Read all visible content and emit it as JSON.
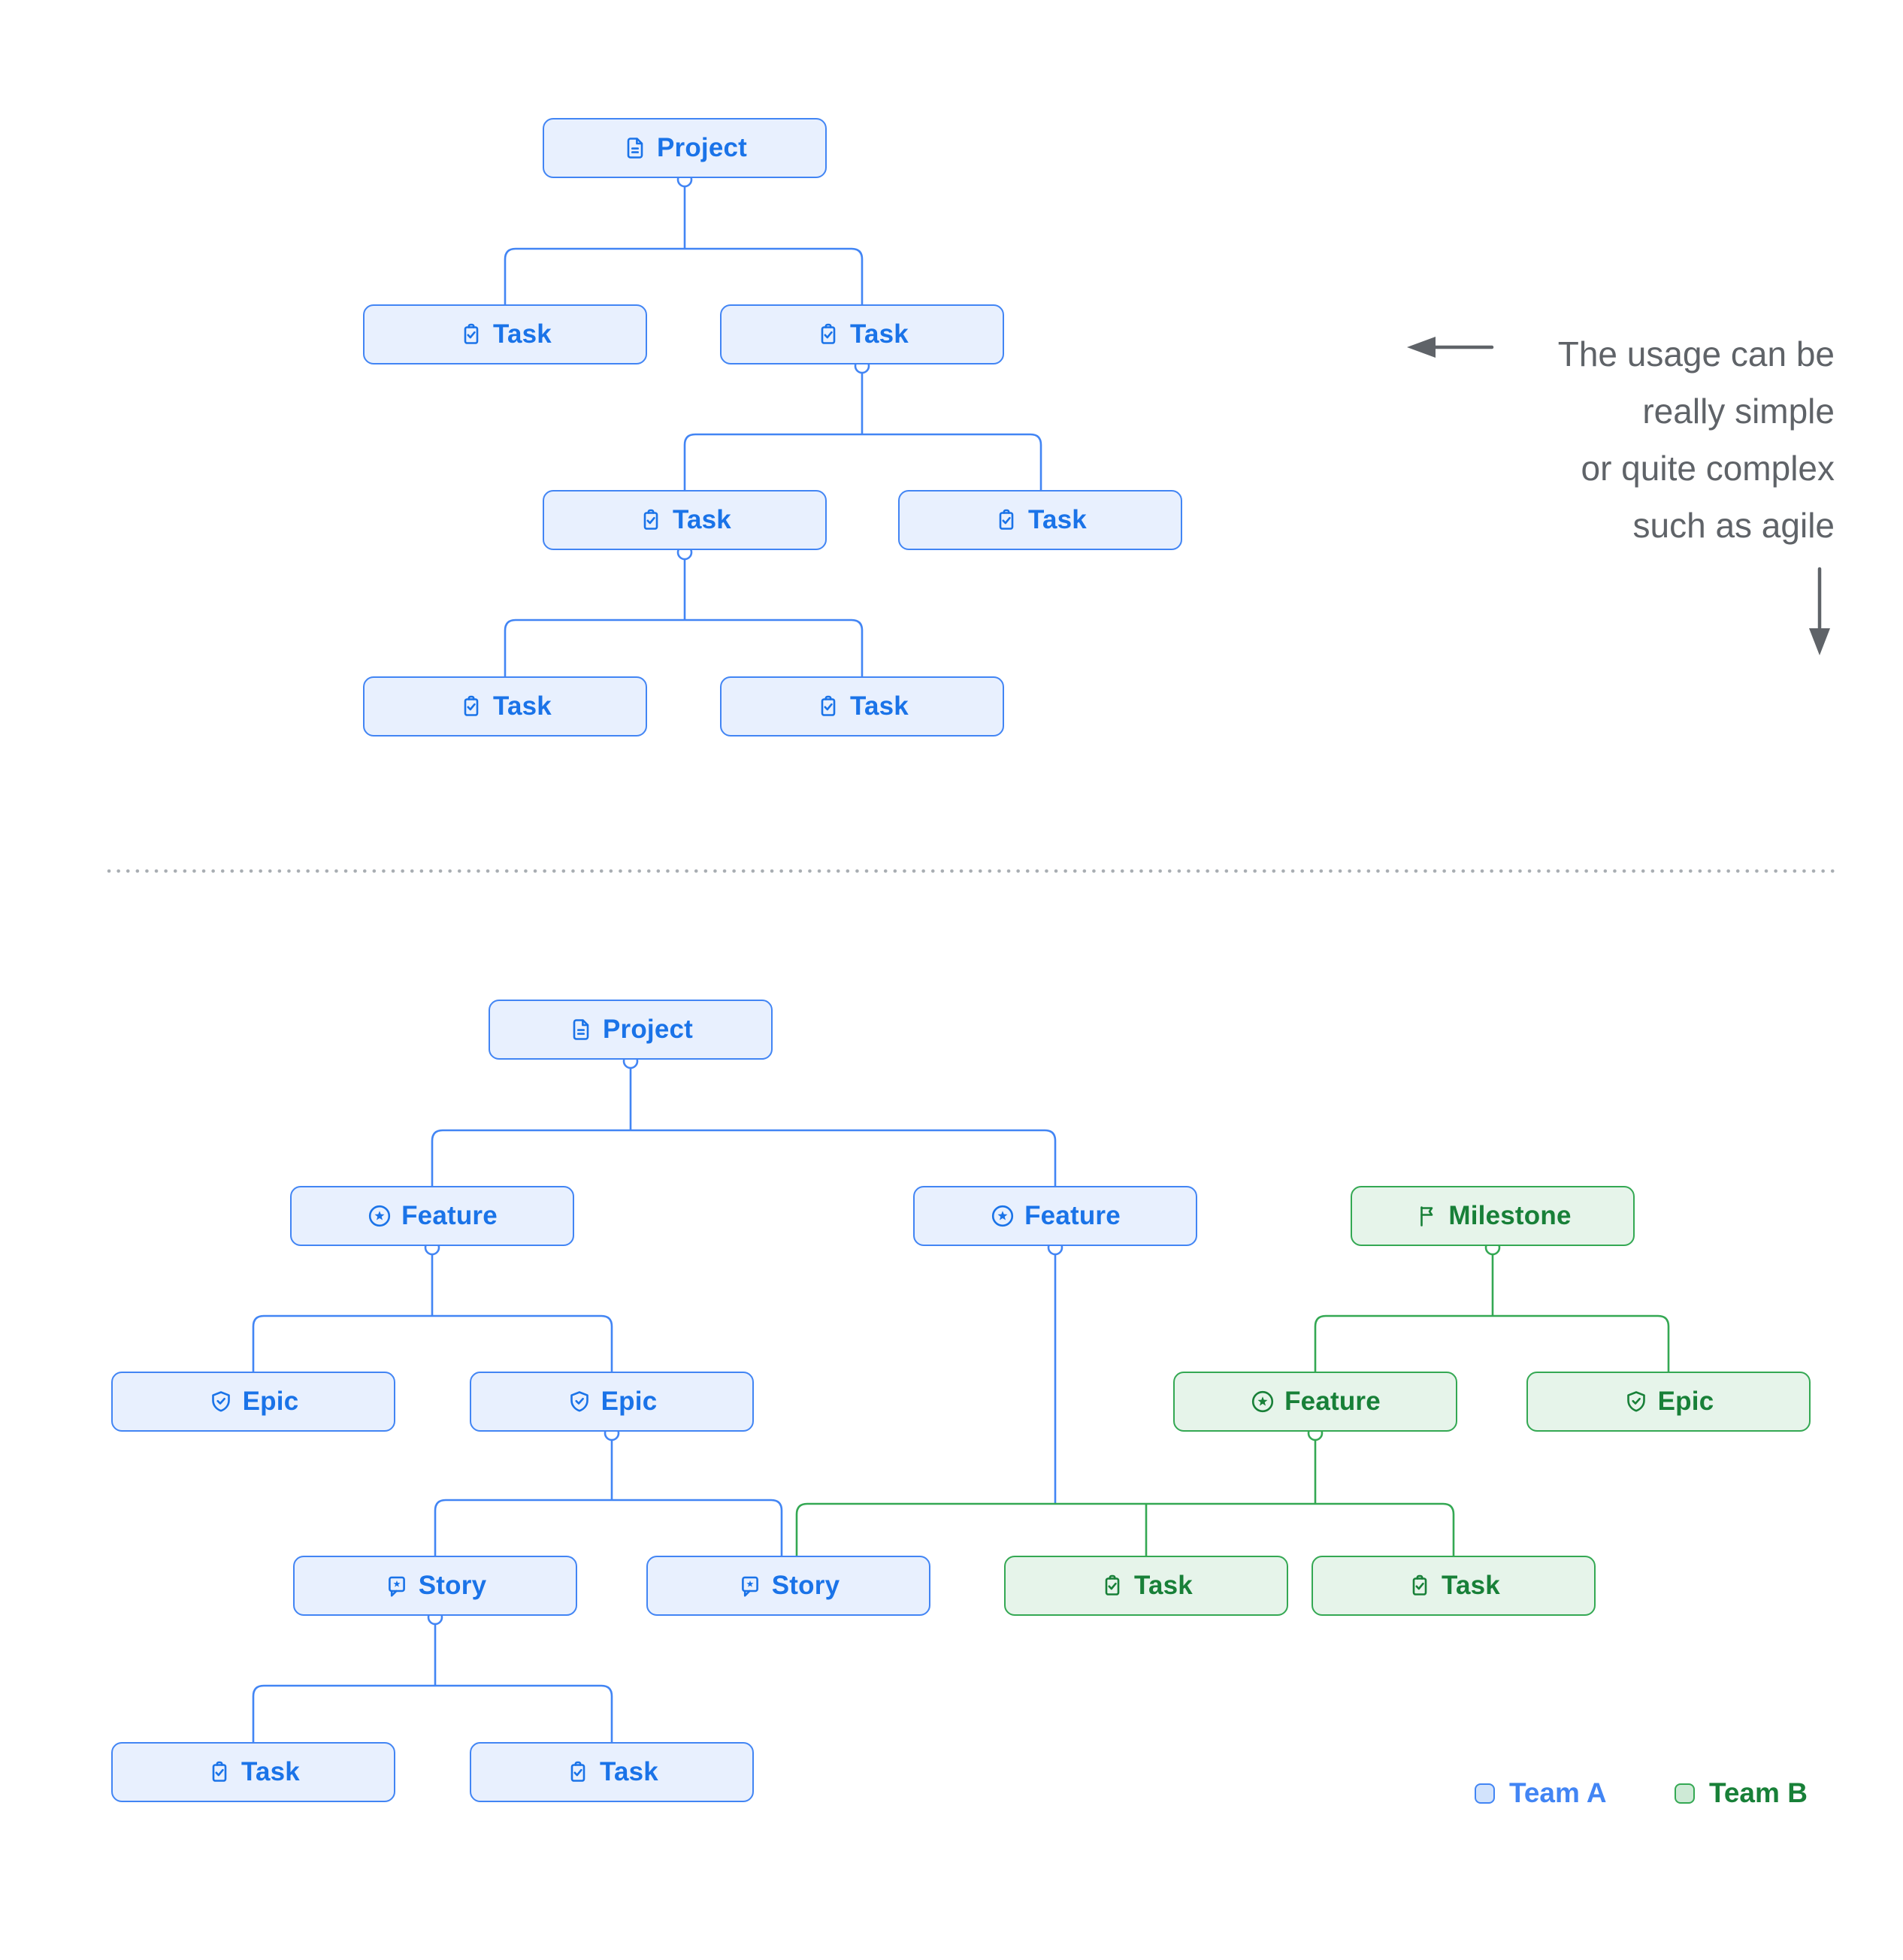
{
  "colors": {
    "team_a_border": "#4285F4",
    "team_a_fill": "#E8F0FE",
    "team_a_text": "#1A73E8",
    "team_a_swatch": "#D2E3FC",
    "team_b_border": "#34A853",
    "team_b_fill": "#E6F4EA",
    "team_b_text": "#188038",
    "team_b_swatch": "#CEEAD6",
    "annotation": "#5F6368",
    "divider": "#A9AEB3"
  },
  "diagram_simple": {
    "nodes": [
      {
        "label": "Project",
        "type": "project",
        "team": "A"
      },
      {
        "label": "Task",
        "type": "task",
        "team": "A"
      },
      {
        "label": "Task",
        "type": "task",
        "team": "A"
      },
      {
        "label": "Task",
        "type": "task",
        "team": "A"
      },
      {
        "label": "Task",
        "type": "task",
        "team": "A"
      },
      {
        "label": "Task",
        "type": "task",
        "team": "A"
      },
      {
        "label": "Task",
        "type": "task",
        "team": "A"
      }
    ]
  },
  "diagram_complex": {
    "nodes": [
      {
        "label": "Project",
        "type": "project",
        "team": "A"
      },
      {
        "label": "Feature",
        "type": "feature",
        "team": "A"
      },
      {
        "label": "Feature",
        "type": "feature",
        "team": "A"
      },
      {
        "label": "Milestone",
        "type": "milestone",
        "team": "B"
      },
      {
        "label": "Epic",
        "type": "epic",
        "team": "A"
      },
      {
        "label": "Epic",
        "type": "epic",
        "team": "A"
      },
      {
        "label": "Feature",
        "type": "feature",
        "team": "B"
      },
      {
        "label": "Epic",
        "type": "epic",
        "team": "B"
      },
      {
        "label": "Story",
        "type": "story",
        "team": "A"
      },
      {
        "label": "Story",
        "type": "story",
        "team": "A"
      },
      {
        "label": "Task",
        "type": "task",
        "team": "B"
      },
      {
        "label": "Task",
        "type": "task",
        "team": "B"
      },
      {
        "label": "Task",
        "type": "task",
        "team": "A"
      },
      {
        "label": "Task",
        "type": "task",
        "team": "A"
      }
    ]
  },
  "annotations": {
    "side_note_simple": [
      "The usage can be",
      "really simple"
    ],
    "side_note_complex": [
      "or quite complex",
      "such as agile"
    ]
  },
  "legend": {
    "team_a_label": "Team A",
    "team_b_label": "Team B"
  }
}
